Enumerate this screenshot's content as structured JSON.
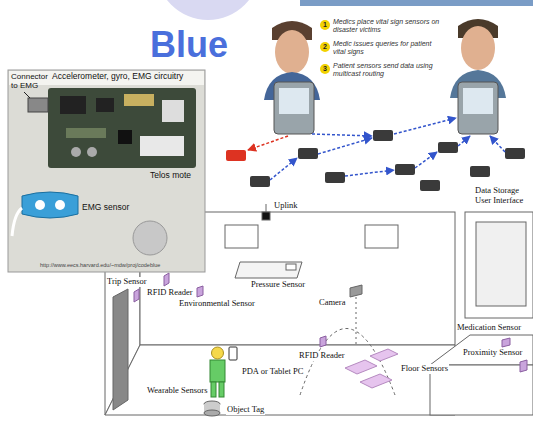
{
  "diagram": {
    "title": "Blue",
    "labels": [
      "Accelerometer, gyro, EMG circuitry",
      "Connector to EMG",
      "Telos mote",
      "EMG sensor",
      "http://www.eecs.harvard.edu/~mdw/proj/codeblue",
      "1",
      "Medics place vital sign sensors on disaster victims",
      "2",
      "Medic issues queries for patient vital signs",
      "3",
      "Patient sensors send data using multicast routing",
      "Uplink",
      "Data Storage User Interface",
      "Pressure Sensor",
      "Camera",
      "Trip Sensor",
      "RFID Reader",
      "Environmental Sensor",
      "Medication Sensor",
      "Proximity Sensor",
      "RFID Reader",
      "Floor Sensors",
      "Wearable Sensors",
      "PDA or Tablet PC",
      "Object Tag"
    ]
  }
}
